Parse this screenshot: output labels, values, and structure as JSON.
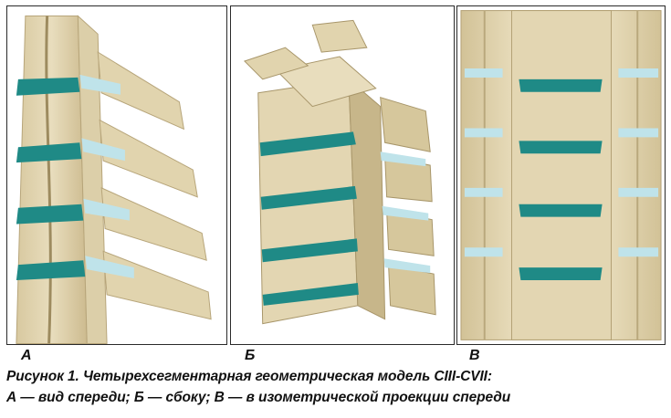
{
  "panels": [
    {
      "id": "A",
      "label": "А"
    },
    {
      "id": "B",
      "label": "Б"
    },
    {
      "id": "C",
      "label": "В"
    }
  ],
  "caption": {
    "line1": "Рисунок 1. Четырехсегментарная геометрическая модель CIII-CVII:",
    "line2": "А — вид спереди; Б — сбоку; В — в изометрической проекции спереди"
  },
  "colors": {
    "bone": "#e3d6b2",
    "bone_shade": "#c7b68a",
    "disc_teal": "#1f8a86",
    "disc_light": "#bfe3ea",
    "frame": "#2a2a2a"
  }
}
